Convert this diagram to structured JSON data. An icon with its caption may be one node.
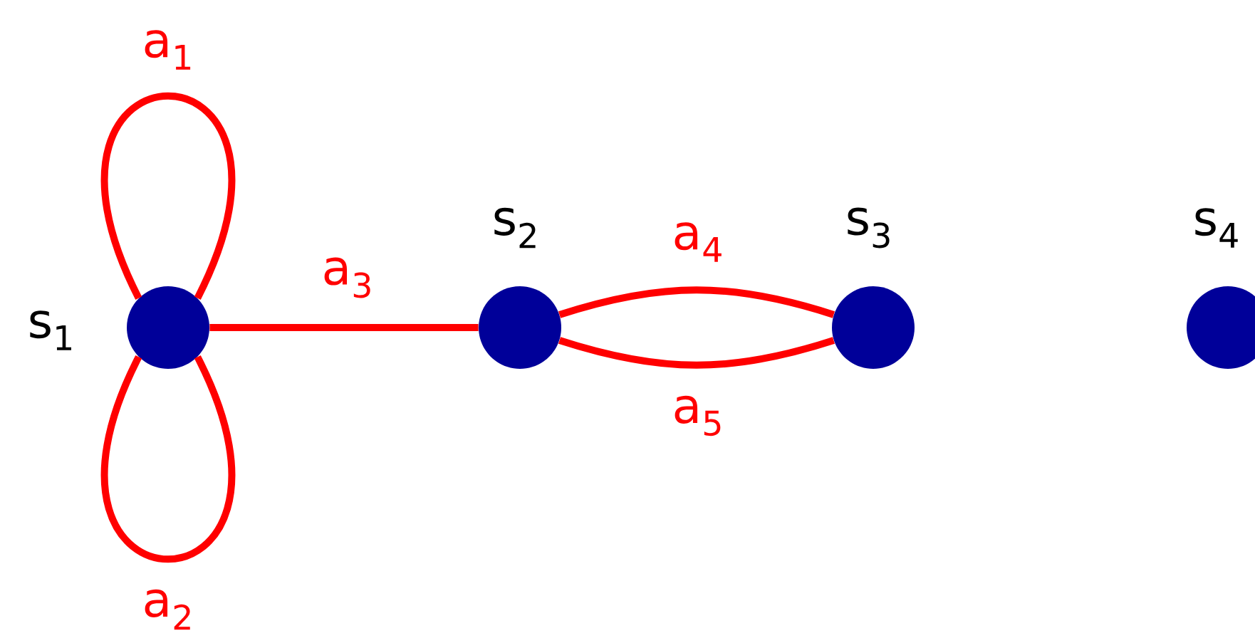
{
  "diagram": {
    "nodes": [
      {
        "text": [],
        "shape": "circle",
        "beside": [
          "s$_{1}$"
        ]
      },
      {
        "text": [],
        "shape": "circle",
        "beside": [
          "s$_{2}$"
        ]
      },
      {
        "text": [],
        "shape": "circle",
        "beside": [
          "s$_{3}$"
        ]
      },
      {
        "text": [],
        "shape": "circle",
        "beside": [
          "s$_{4}$"
        ]
      }
    ],
    "edges": [
      {
        "from": 0,
        "to": 0,
        "arrow": "none",
        "label": "a$_{1}$"
      },
      {
        "from": 0,
        "to": 0,
        "arrow": "none",
        "label": "a$_{2}$"
      },
      {
        "from": 0,
        "to": 1,
        "arrow": "none",
        "label": "a$_{3}$"
      },
      {
        "from": 1,
        "to": 2,
        "arrow": "none",
        "label": "a$_{4}$"
      },
      {
        "from": 1,
        "to": 2,
        "arrow": "none",
        "label": "a$_{5}$"
      }
    ]
  }
}
